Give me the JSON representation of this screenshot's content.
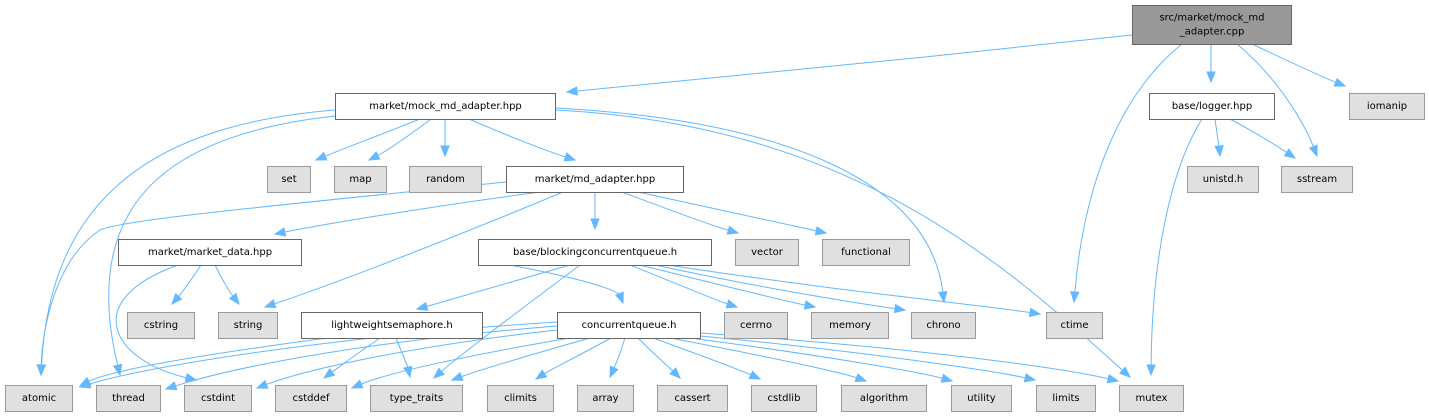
{
  "graph": {
    "title": "Include dependency graph for src/market/mock_md_adapter.cpp",
    "colors": {
      "edge": "#63b8ff",
      "root_fill": "#999999",
      "root_border": "#666666",
      "local_fill": "#ffffff",
      "local_border": "#666666",
      "system_fill": "#e0e0e0",
      "system_border": "#999999"
    },
    "nodes": [
      {
        "id": "root",
        "kind": "root",
        "lines": [
          "src/market/mock_md",
          "_adapter.cpp"
        ]
      },
      {
        "id": "mock_md_adapter_hpp",
        "kind": "local",
        "lines": [
          "market/mock_md_adapter.hpp"
        ]
      },
      {
        "id": "logger_hpp",
        "kind": "local",
        "lines": [
          "base/logger.hpp"
        ]
      },
      {
        "id": "iomanip",
        "kind": "system",
        "lines": [
          "iomanip"
        ]
      },
      {
        "id": "set",
        "kind": "system",
        "lines": [
          "set"
        ]
      },
      {
        "id": "map",
        "kind": "system",
        "lines": [
          "map"
        ]
      },
      {
        "id": "random",
        "kind": "system",
        "lines": [
          "random"
        ]
      },
      {
        "id": "md_adapter_hpp",
        "kind": "local",
        "lines": [
          "market/md_adapter.hpp"
        ]
      },
      {
        "id": "unistd_h",
        "kind": "system",
        "lines": [
          "unistd.h"
        ]
      },
      {
        "id": "sstream",
        "kind": "system",
        "lines": [
          "sstream"
        ]
      },
      {
        "id": "market_data_hpp",
        "kind": "local",
        "lines": [
          "market/market_data.hpp"
        ]
      },
      {
        "id": "blockingconcurrentqueue_h",
        "kind": "local",
        "lines": [
          "base/blockingconcurrentqueue.h"
        ]
      },
      {
        "id": "vector",
        "kind": "system",
        "lines": [
          "vector"
        ]
      },
      {
        "id": "functional",
        "kind": "system",
        "lines": [
          "functional"
        ]
      },
      {
        "id": "cstring",
        "kind": "system",
        "lines": [
          "cstring"
        ]
      },
      {
        "id": "string",
        "kind": "system",
        "lines": [
          "string"
        ]
      },
      {
        "id": "lightweightsemaphore_h",
        "kind": "local",
        "lines": [
          "lightweightsemaphore.h"
        ]
      },
      {
        "id": "concurrentqueue_h",
        "kind": "local",
        "lines": [
          "concurrentqueue.h"
        ]
      },
      {
        "id": "cerrno",
        "kind": "system",
        "lines": [
          "cerrno"
        ]
      },
      {
        "id": "memory",
        "kind": "system",
        "lines": [
          "memory"
        ]
      },
      {
        "id": "chrono",
        "kind": "system",
        "lines": [
          "chrono"
        ]
      },
      {
        "id": "ctime",
        "kind": "system",
        "lines": [
          "ctime"
        ]
      },
      {
        "id": "atomic",
        "kind": "system",
        "lines": [
          "atomic"
        ]
      },
      {
        "id": "thread",
        "kind": "system",
        "lines": [
          "thread"
        ]
      },
      {
        "id": "cstdint",
        "kind": "system",
        "lines": [
          "cstdint"
        ]
      },
      {
        "id": "cstddef",
        "kind": "system",
        "lines": [
          "cstddef"
        ]
      },
      {
        "id": "type_traits",
        "kind": "system",
        "lines": [
          "type_traits"
        ]
      },
      {
        "id": "climits",
        "kind": "system",
        "lines": [
          "climits"
        ]
      },
      {
        "id": "array",
        "kind": "system",
        "lines": [
          "array"
        ]
      },
      {
        "id": "cassert",
        "kind": "system",
        "lines": [
          "cassert"
        ]
      },
      {
        "id": "cstdlib",
        "kind": "system",
        "lines": [
          "cstdlib"
        ]
      },
      {
        "id": "algorithm",
        "kind": "system",
        "lines": [
          "algorithm"
        ]
      },
      {
        "id": "utility",
        "kind": "system",
        "lines": [
          "utility"
        ]
      },
      {
        "id": "limits",
        "kind": "system",
        "lines": [
          "limits"
        ]
      },
      {
        "id": "mutex",
        "kind": "system",
        "lines": [
          "mutex"
        ]
      }
    ],
    "edges": [
      {
        "from": "root",
        "to": "mock_md_adapter_hpp"
      },
      {
        "from": "root",
        "to": "logger_hpp"
      },
      {
        "from": "root",
        "to": "iomanip"
      },
      {
        "from": "root",
        "to": "sstream"
      },
      {
        "from": "root",
        "to": "ctime"
      },
      {
        "from": "mock_md_adapter_hpp",
        "to": "set"
      },
      {
        "from": "mock_md_adapter_hpp",
        "to": "map"
      },
      {
        "from": "mock_md_adapter_hpp",
        "to": "random"
      },
      {
        "from": "mock_md_adapter_hpp",
        "to": "md_adapter_hpp"
      },
      {
        "from": "mock_md_adapter_hpp",
        "to": "atomic"
      },
      {
        "from": "mock_md_adapter_hpp",
        "to": "thread"
      },
      {
        "from": "mock_md_adapter_hpp",
        "to": "chrono"
      },
      {
        "from": "mock_md_adapter_hpp",
        "to": "mutex"
      },
      {
        "from": "logger_hpp",
        "to": "unistd_h"
      },
      {
        "from": "logger_hpp",
        "to": "sstream"
      },
      {
        "from": "logger_hpp",
        "to": "mutex"
      },
      {
        "from": "md_adapter_hpp",
        "to": "market_data_hpp"
      },
      {
        "from": "md_adapter_hpp",
        "to": "blockingconcurrentqueue_h"
      },
      {
        "from": "md_adapter_hpp",
        "to": "vector"
      },
      {
        "from": "md_adapter_hpp",
        "to": "functional"
      },
      {
        "from": "md_adapter_hpp",
        "to": "string"
      },
      {
        "from": "md_adapter_hpp",
        "to": "atomic"
      },
      {
        "from": "market_data_hpp",
        "to": "cstring"
      },
      {
        "from": "market_data_hpp",
        "to": "string"
      },
      {
        "from": "market_data_hpp",
        "to": "cstdint"
      },
      {
        "from": "blockingconcurrentqueue_h",
        "to": "lightweightsemaphore_h"
      },
      {
        "from": "blockingconcurrentqueue_h",
        "to": "concurrentqueue_h"
      },
      {
        "from": "blockingconcurrentqueue_h",
        "to": "cerrno"
      },
      {
        "from": "blockingconcurrentqueue_h",
        "to": "memory"
      },
      {
        "from": "blockingconcurrentqueue_h",
        "to": "chrono"
      },
      {
        "from": "blockingconcurrentqueue_h",
        "to": "ctime"
      },
      {
        "from": "blockingconcurrentqueue_h",
        "to": "type_traits"
      },
      {
        "from": "lightweightsemaphore_h",
        "to": "atomic"
      },
      {
        "from": "lightweightsemaphore_h",
        "to": "cstddef"
      },
      {
        "from": "lightweightsemaphore_h",
        "to": "type_traits"
      },
      {
        "from": "concurrentqueue_h",
        "to": "atomic"
      },
      {
        "from": "concurrentqueue_h",
        "to": "thread"
      },
      {
        "from": "concurrentqueue_h",
        "to": "cstdint"
      },
      {
        "from": "concurrentqueue_h",
        "to": "cstddef"
      },
      {
        "from": "concurrentqueue_h",
        "to": "type_traits"
      },
      {
        "from": "concurrentqueue_h",
        "to": "climits"
      },
      {
        "from": "concurrentqueue_h",
        "to": "array"
      },
      {
        "from": "concurrentqueue_h",
        "to": "cassert"
      },
      {
        "from": "concurrentqueue_h",
        "to": "cstdlib"
      },
      {
        "from": "concurrentqueue_h",
        "to": "algorithm"
      },
      {
        "from": "concurrentqueue_h",
        "to": "utility"
      },
      {
        "from": "concurrentqueue_h",
        "to": "limits"
      },
      {
        "from": "concurrentqueue_h",
        "to": "mutex"
      }
    ]
  }
}
